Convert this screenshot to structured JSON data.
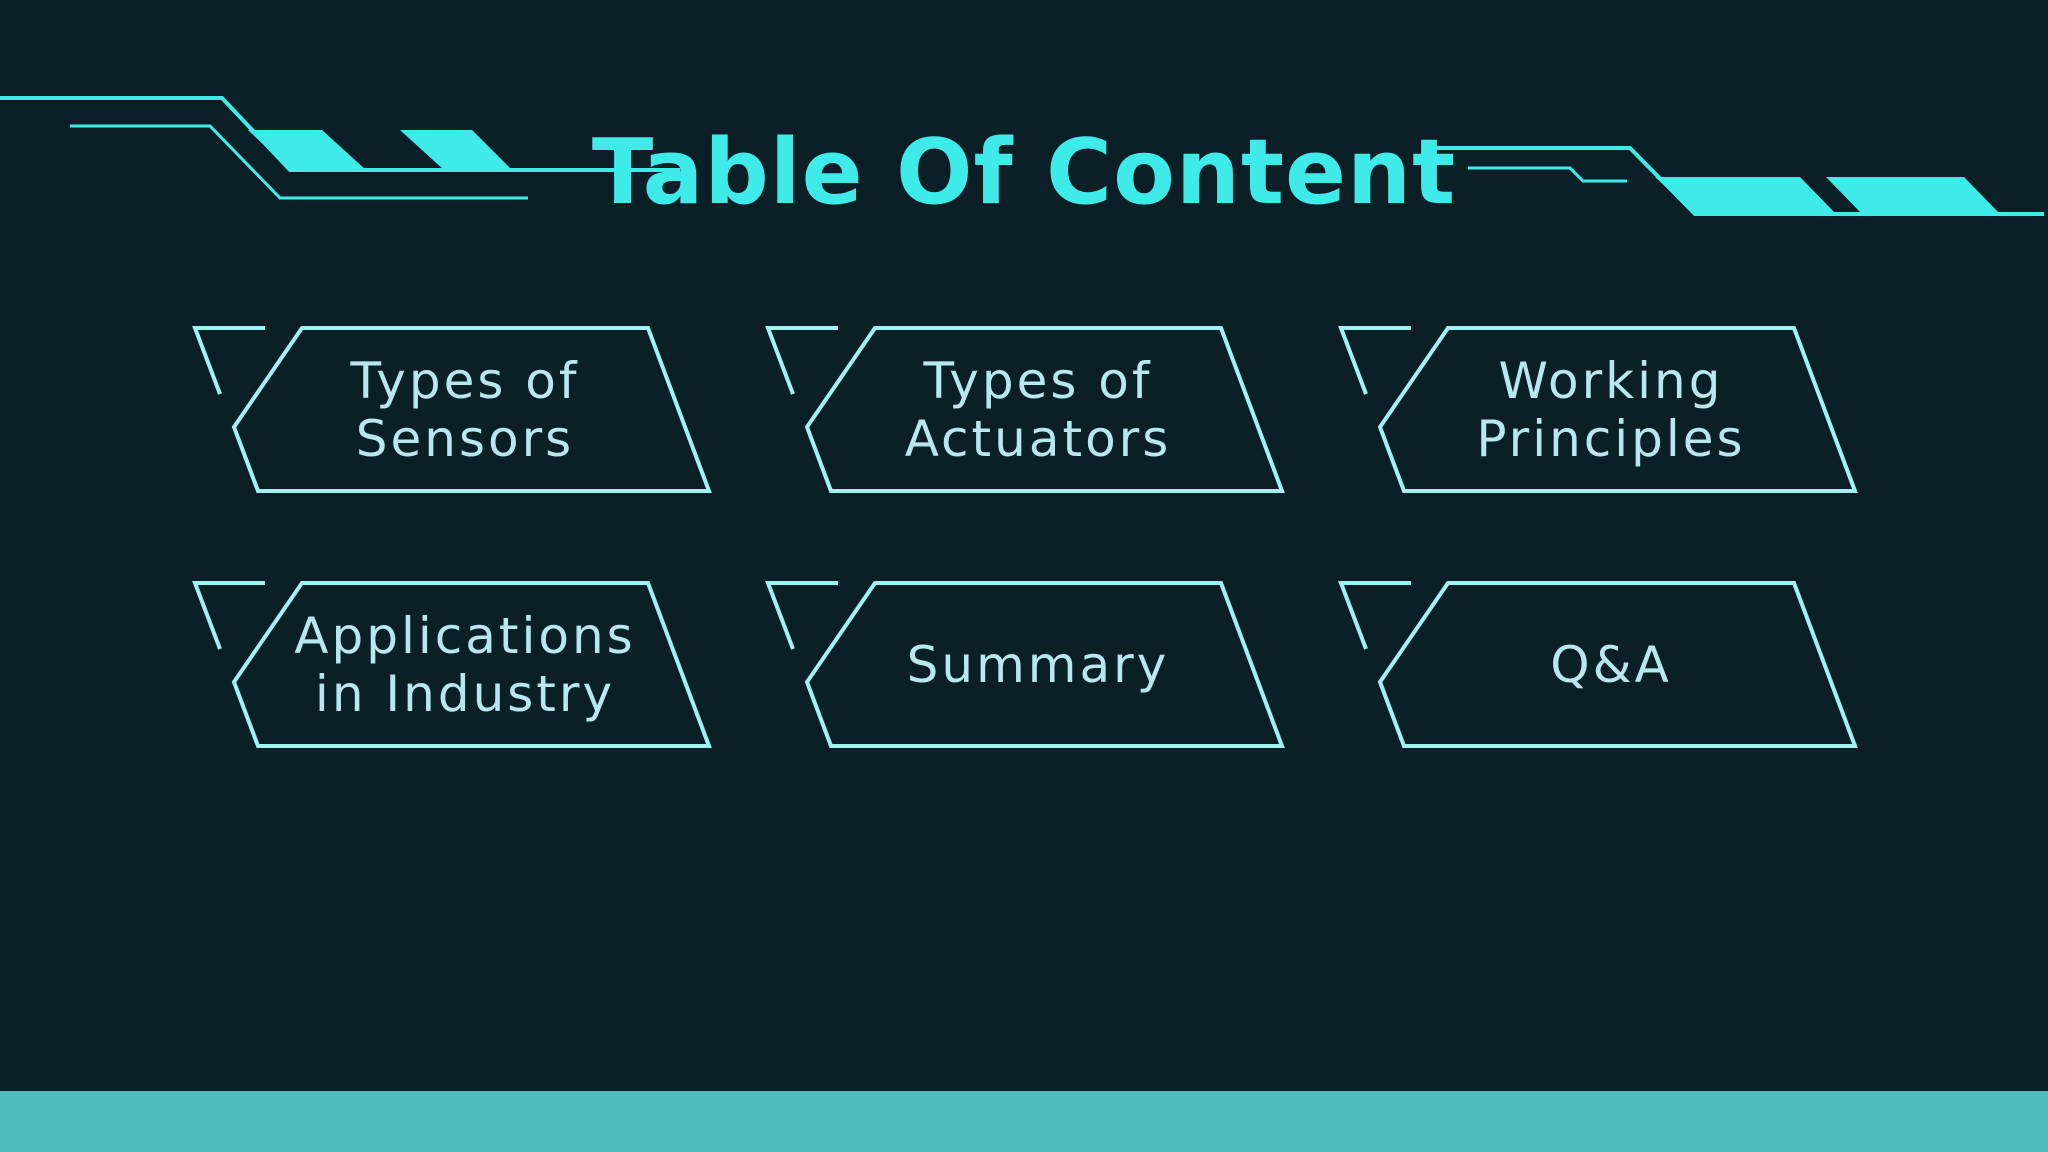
{
  "title": "Table Of Content",
  "items": [
    {
      "label": "Types of\nSensors"
    },
    {
      "label": "Types of\nActuators"
    },
    {
      "label": "Working\nPrinciples"
    },
    {
      "label": "Applications\nin Industry"
    },
    {
      "label": "Summary"
    },
    {
      "label": "Q&A"
    }
  ],
  "colors": {
    "background": "#0b1f27",
    "accent": "#3eebe8",
    "outline": "#9ff3f3",
    "text": "#b7e8ee",
    "bottom_bar": "#4fbcbc"
  }
}
